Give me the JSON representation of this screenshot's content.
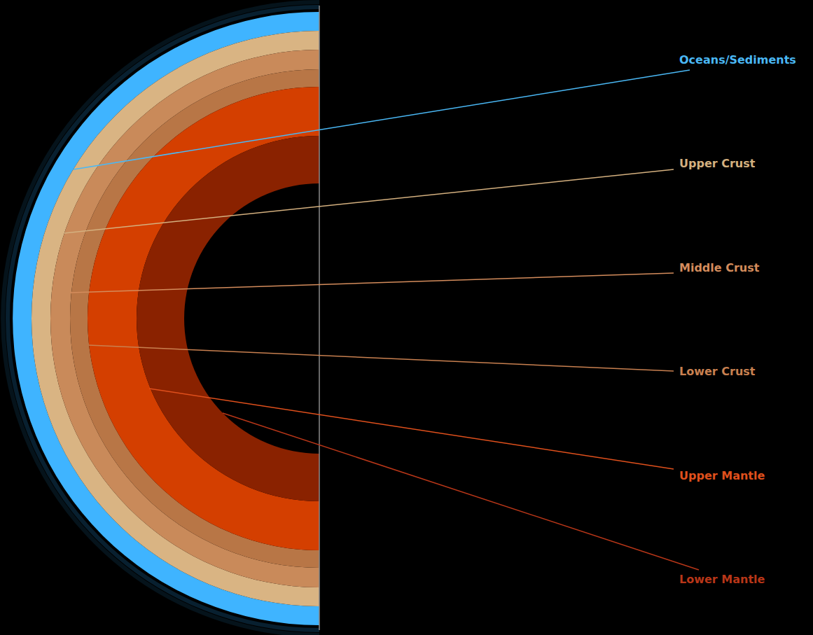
{
  "diagram": {
    "labels": [
      "Oceans/Sediments",
      "Upper Crust",
      "Middle Crust",
      "Lower Crust",
      "Upper Mantle",
      "Lower Mantle"
    ]
  }
}
